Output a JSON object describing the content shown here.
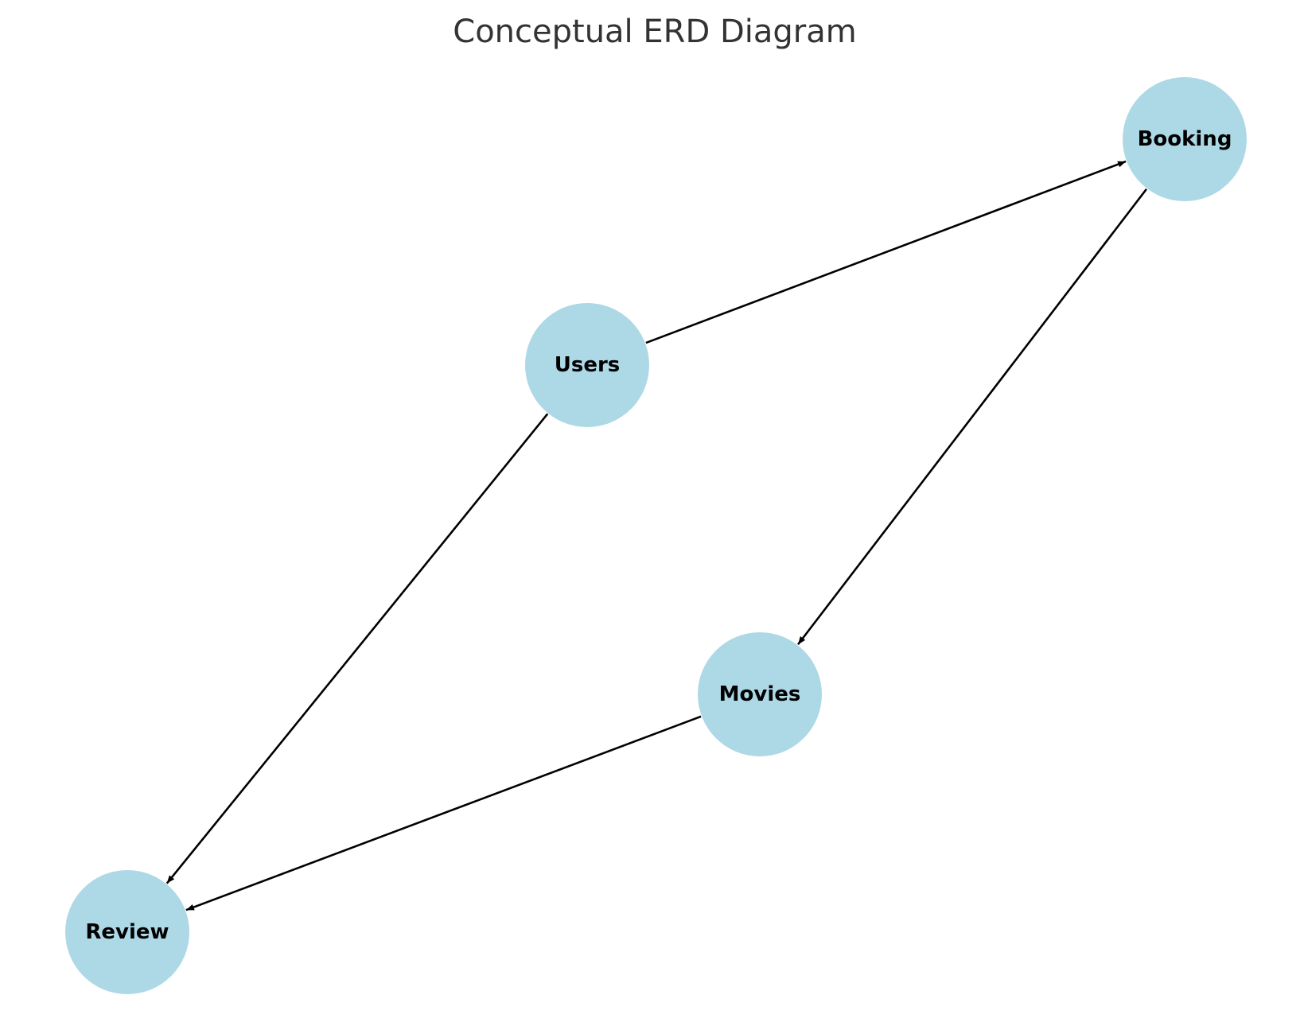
{
  "title": "Conceptual ERD Diagram",
  "colors": {
    "node_fill": "#add8e6",
    "edge": "#000000",
    "title": "#333333",
    "background": "#ffffff"
  },
  "nodes": [
    {
      "id": "users",
      "label": "Users"
    },
    {
      "id": "booking",
      "label": "Booking"
    },
    {
      "id": "movies",
      "label": "Movies"
    },
    {
      "id": "review",
      "label": "Review"
    }
  ],
  "edges": [
    {
      "from": "users",
      "to": "booking"
    },
    {
      "from": "booking",
      "to": "movies"
    },
    {
      "from": "users",
      "to": "review"
    },
    {
      "from": "movies",
      "to": "review"
    }
  ]
}
